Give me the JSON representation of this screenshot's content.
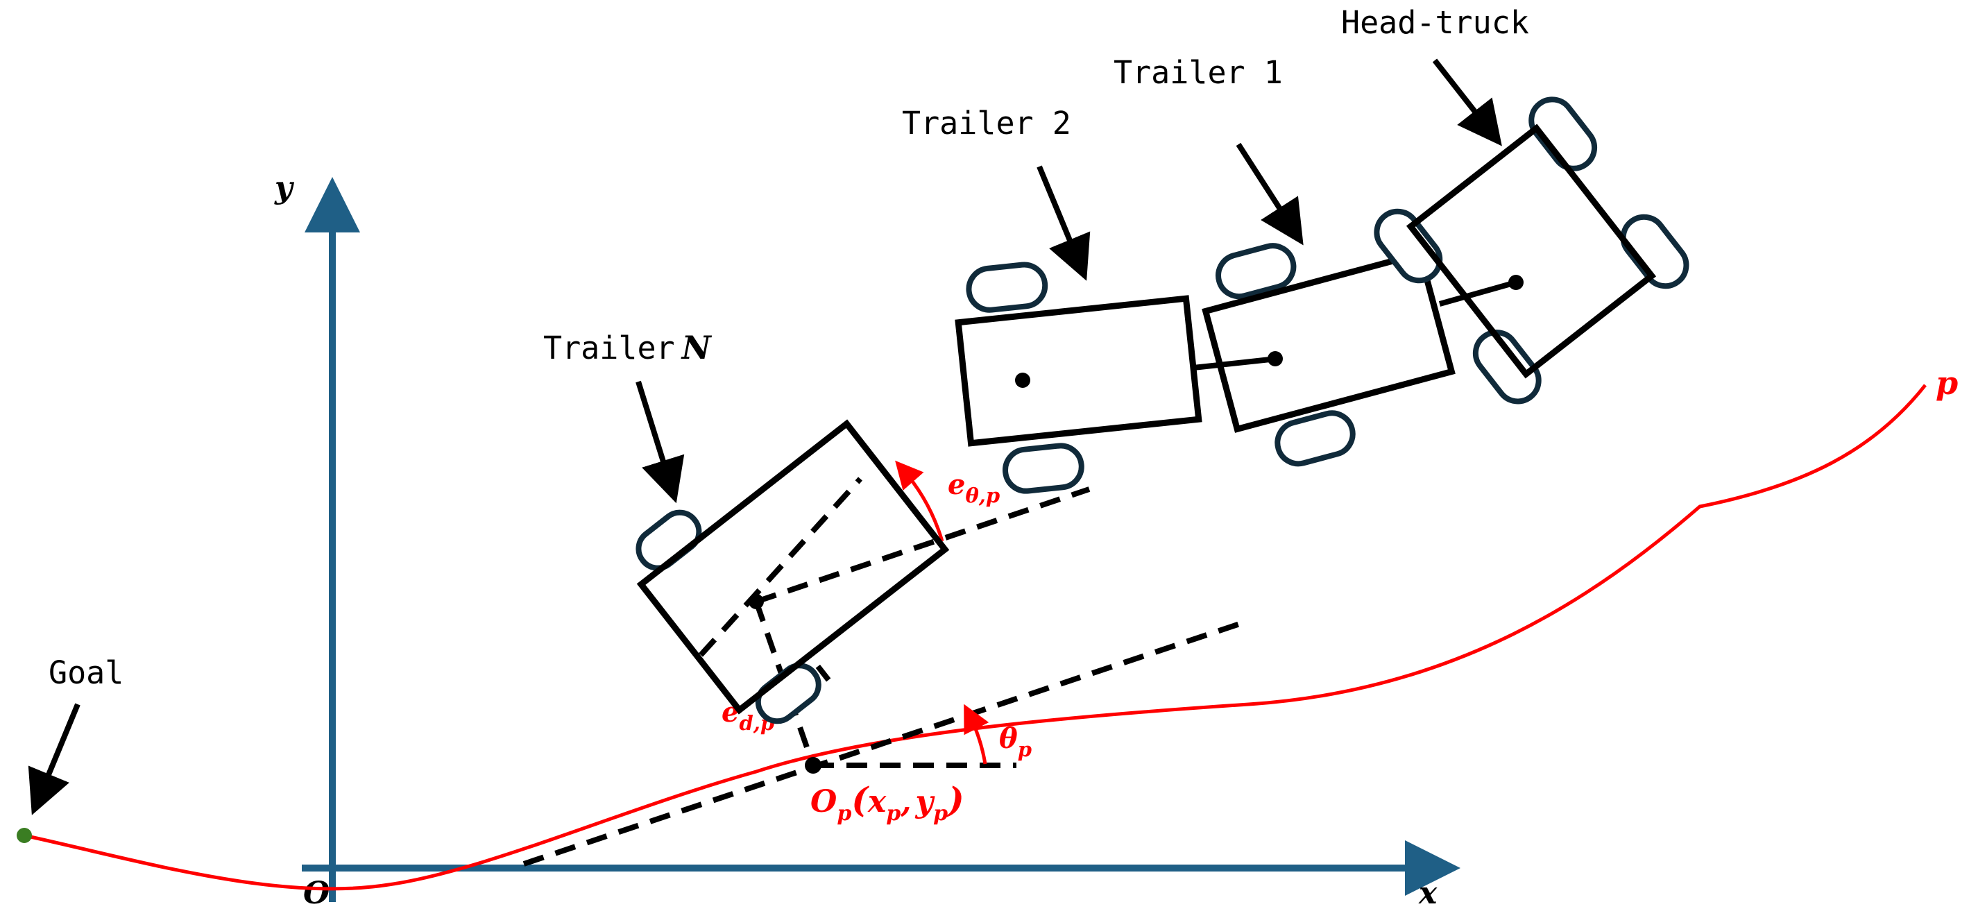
{
  "labels": {
    "head_truck": "Head-truck",
    "trailer_1": "Trailer 1",
    "trailer_2": "Trailer 2",
    "trailer_n_prefix": "Trailer",
    "trailer_n_symbol": "N",
    "goal": "Goal",
    "axis_x": "x",
    "axis_y": "y",
    "origin": "O",
    "path": "p",
    "heading_error_main": "e",
    "heading_error_sub": "θ,p",
    "distance_error_main": "e",
    "distance_error_sub": "d,p",
    "path_angle_main": "θ",
    "path_angle_sub": "p",
    "projection_point": "O",
    "projection_sub": "p",
    "projection_open": "(",
    "projection_x": "x",
    "projection_x_sub": "p",
    "projection_comma": ",",
    "projection_y": "y",
    "projection_y_sub": "p",
    "projection_close": ")"
  },
  "colors": {
    "axis": "#1f5f86",
    "path": "#ff0000",
    "annotation": "#ff0000",
    "goal_marker": "#3a7d22",
    "wheel_outline": "#102a3a",
    "vehicle_outline": "#000000"
  }
}
